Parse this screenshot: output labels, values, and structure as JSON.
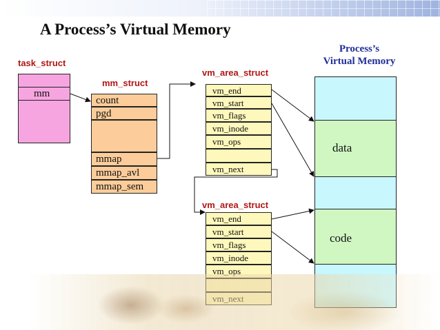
{
  "title": "A Process’s Virtual Memory",
  "task_struct": {
    "label": "task_struct",
    "field": "mm"
  },
  "mm_struct": {
    "label": "mm_struct",
    "fields": [
      "count",
      "pgd",
      "",
      "mmap",
      "mmap_avl",
      "mmap_sem"
    ]
  },
  "vm_area_struct_1": {
    "label": "vm_area_struct",
    "fields": [
      "vm_end",
      "vm_start",
      "vm_flags",
      "vm_inode",
      "vm_ops",
      "",
      "vm_next"
    ]
  },
  "vm_area_struct_2": {
    "label": "vm_area_struct",
    "fields": [
      "vm_end",
      "vm_start",
      "vm_flags",
      "vm_inode",
      "vm_ops",
      "",
      "vm_next"
    ]
  },
  "virtual_memory": {
    "label_line1": "Process’s",
    "label_line2": "Virtual Memory",
    "data_label": "data",
    "code_label": "code"
  },
  "colors": {
    "task_struct": "#f7a5e0",
    "mm_struct": "#fccd9a",
    "vm_area_struct": "#fff8bc",
    "memory_free": "#c8f7fd",
    "memory_segment": "#d0f7c2",
    "struct_label": "#b01616",
    "memory_label": "#1f2f9a"
  }
}
